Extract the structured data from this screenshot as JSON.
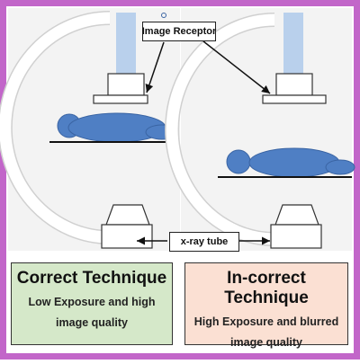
{
  "labels": {
    "image_receptor": "Image Receptor",
    "xray_tube": "x-ray tube"
  },
  "correct": {
    "title": "Correct Technique",
    "description": "Low Exposure and high image quality"
  },
  "incorrect": {
    "title": "In-correct Technique",
    "description": "High Exposure and blurred image quality"
  },
  "colors": {
    "border": "#c266c9",
    "panel_bg": "#f3f3f3",
    "receptor_beam": "#b9d0ec",
    "patient": "#4f7fc4",
    "correct_bg": "#d5e8c9",
    "incorrect_bg": "#fbe0d3"
  }
}
